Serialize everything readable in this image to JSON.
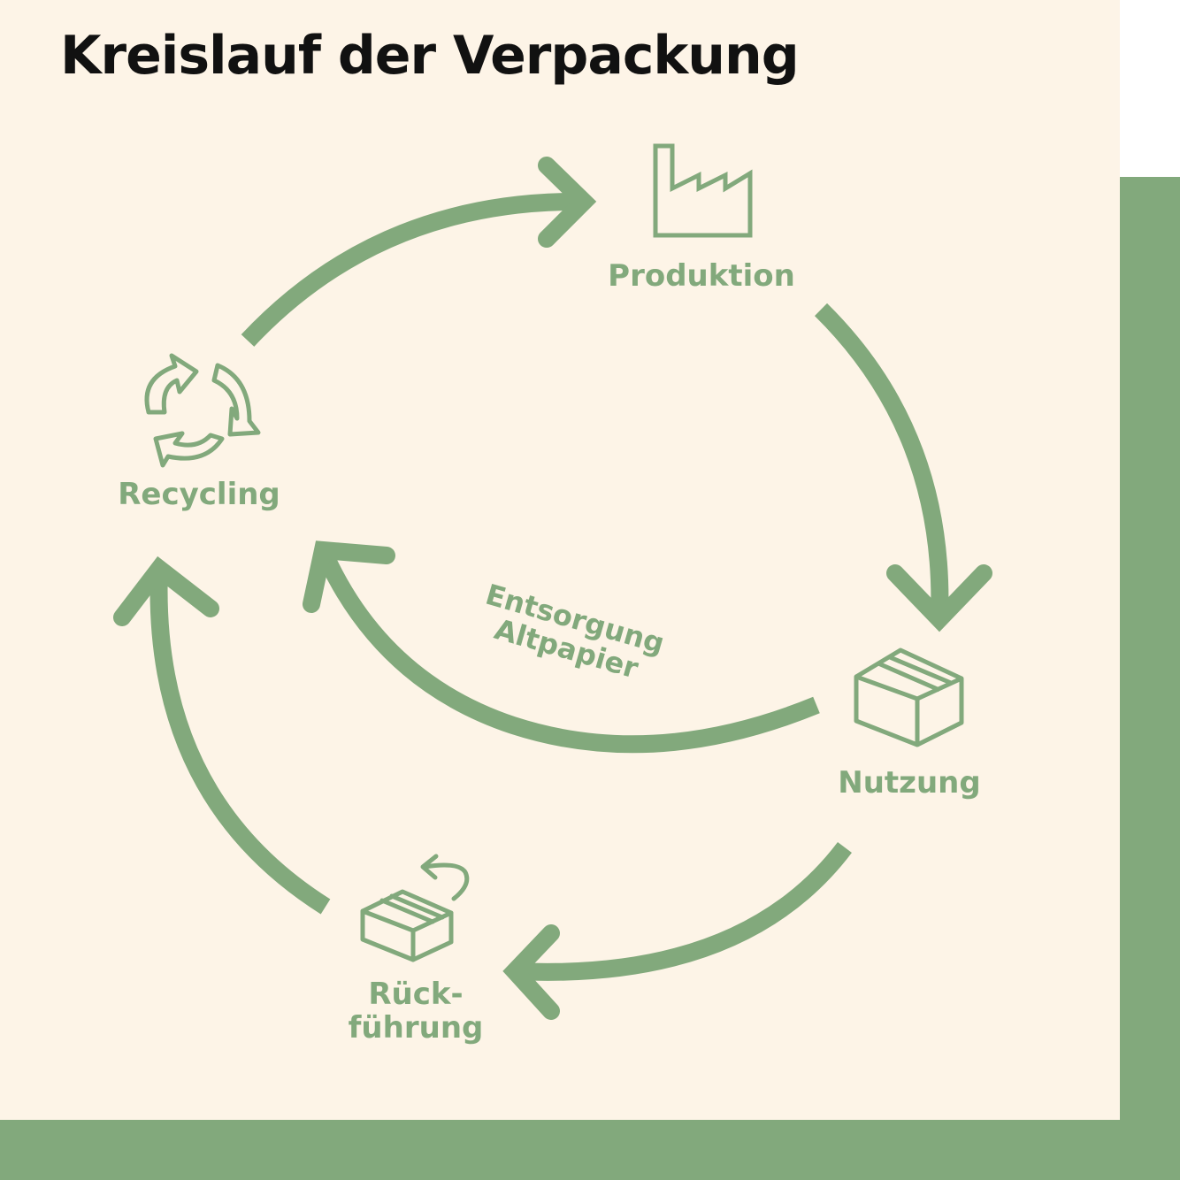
{
  "title": "Kreislauf der Verpackung",
  "colors": {
    "accent": "#82a97c",
    "background": "#fdf4e7",
    "title": "#111111"
  },
  "stages": {
    "produktion": {
      "label": "Produktion",
      "icon": "factory-icon"
    },
    "nutzung": {
      "label": "Nutzung",
      "icon": "box-icon"
    },
    "rueckfuehrung": {
      "label_line1": "Rück-",
      "label_line2": "führung",
      "icon": "box-return-icon"
    },
    "recycling": {
      "label": "Recycling",
      "icon": "recycle-icon"
    }
  },
  "shortcut": {
    "line1": "Entsorgung",
    "line2": "Altpapier"
  }
}
